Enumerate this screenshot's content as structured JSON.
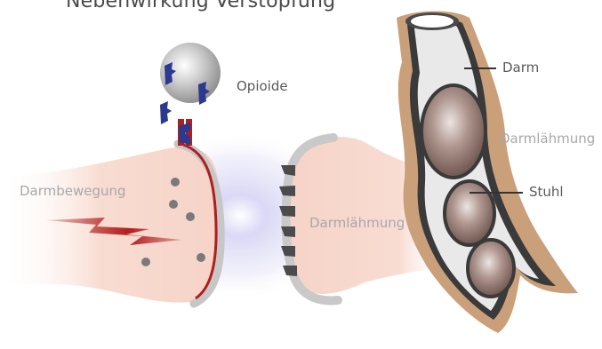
{
  "title": "Nebenwirkung Verstopfung",
  "labels": {
    "opioide": "Opioide",
    "darmbewegung": "Darmbewegung",
    "darmlaehmung_center": "Darmlähmung",
    "darm": "Darm",
    "darmlaehmung_right": "Darmlähmung",
    "stuhl": "Stuhl"
  },
  "colors": {
    "receptor": "#2b3a8f",
    "nerve_red": "#b01e1e",
    "intestine_pink": "#f6d5cb",
    "gut_wall": "#c79a6f",
    "gut_lumen": "#3c3c3c",
    "stool": "#8c6e65"
  }
}
